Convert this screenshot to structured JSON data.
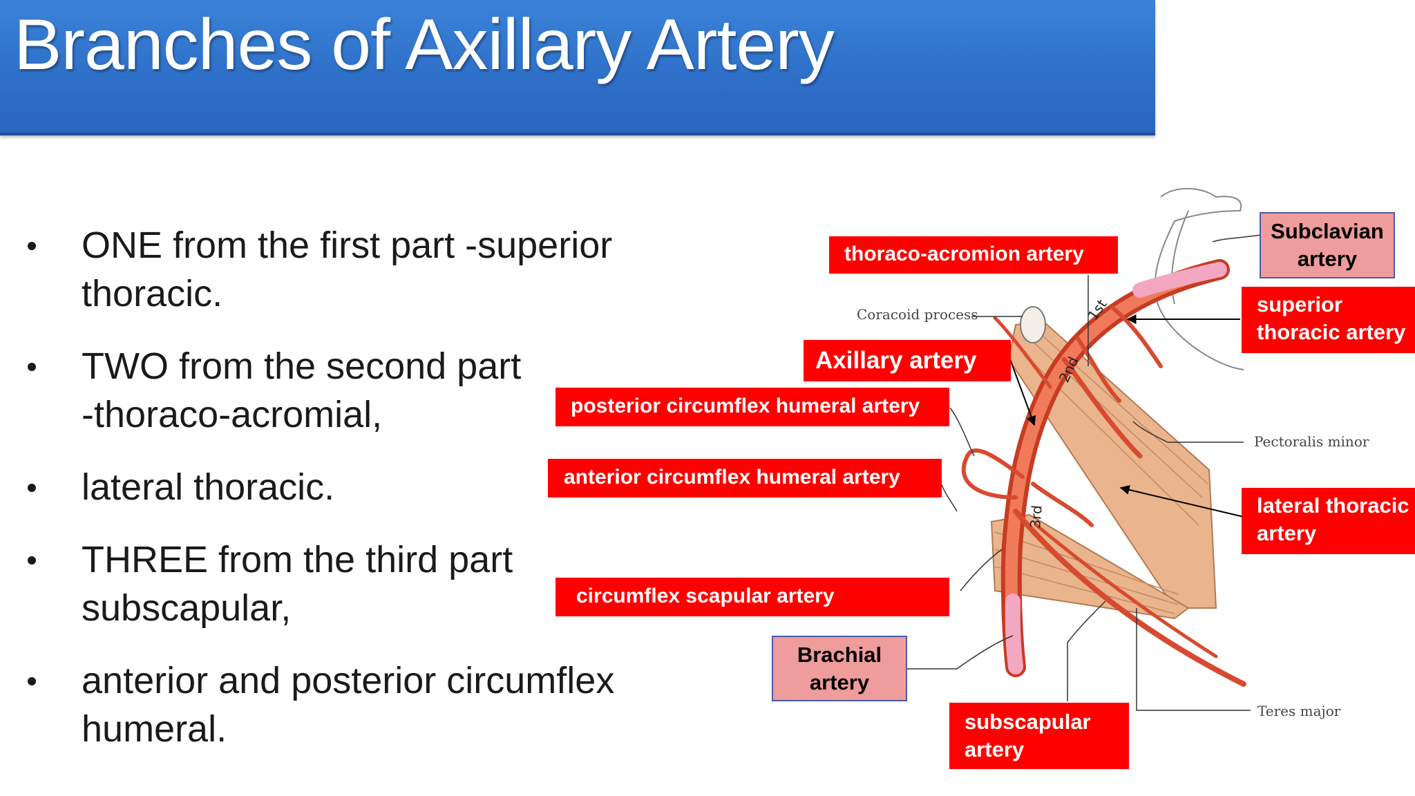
{
  "title": "Branches of Axillary Artery",
  "bullets": [
    {
      "lines": [
        "ONE from the first part -superior",
        "thoracic."
      ]
    },
    {
      "lines": [
        "TWO from the second part",
        "-thoraco-acromial,"
      ]
    },
    {
      "lines": [
        "lateral thoracic."
      ]
    },
    {
      "lines": [
        "THREE from the third part",
        "subscapular,"
      ]
    },
    {
      "lines": [
        "anterior and posterior circumflex",
        "humeral."
      ]
    }
  ],
  "labels": {
    "thoraco_acromion": "thoraco-acromion artery",
    "subclavian": [
      "Subclavian",
      "artery"
    ],
    "superior_thoracic": [
      "superior",
      "thoracic  artery"
    ],
    "axillary": "Axillary artery",
    "posterior_circumflex": "posterior circumflex humeral  artery",
    "anterior_circumflex": "anterior circumflex humeral  artery",
    "lateral_thoracic": [
      "lateral thoracic",
      "artery"
    ],
    "circumflex_scapular": "circumflex scapular artery",
    "brachial": [
      "Brachial",
      "artery"
    ],
    "subscapular": [
      "subscapular",
      "artery"
    ]
  },
  "anatomy": {
    "coracoid_process": "Coracoid process",
    "pectoralis_minor": "Pectoralis minor",
    "teres_major": "Teres major",
    "part_1": "1st",
    "part_2": "2nd",
    "part_3": "3rd"
  },
  "colors": {
    "title_bar": "#2e6fc8",
    "label_red": "#ff0000",
    "label_pink": "#ee9c9c",
    "artery": "#e8553a",
    "muscle": "#e8b48a"
  }
}
